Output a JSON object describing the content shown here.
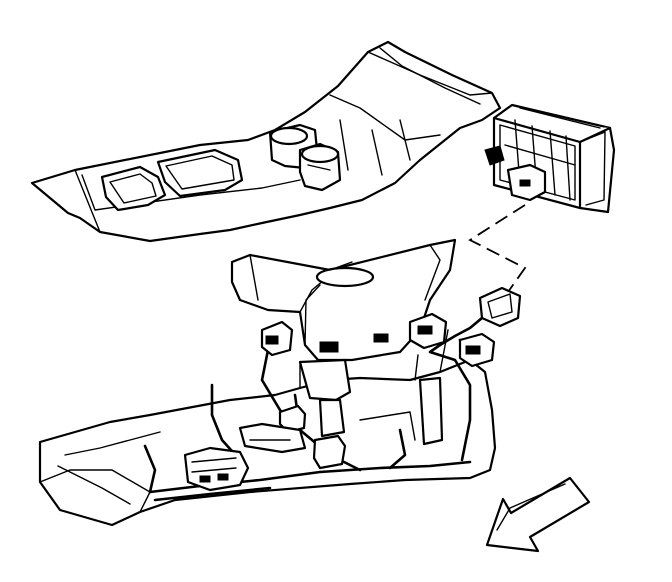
{
  "figure": {
    "background": "#ffffff",
    "line_color": "#000000",
    "components": [
      {
        "name": "console-trim-plate"
      },
      {
        "name": "cup-holder"
      },
      {
        "name": "console-module"
      },
      {
        "name": "module-connector"
      },
      {
        "name": "console-housing"
      },
      {
        "name": "console-lid"
      },
      {
        "name": "console-base"
      },
      {
        "name": "wiring-harness"
      },
      {
        "name": "harness-connectors"
      },
      {
        "name": "switch-assembly"
      }
    ],
    "indicators": [
      {
        "name": "forward-arrow-icon",
        "direction": "down-left"
      },
      {
        "name": "leader-line",
        "style": "dashed"
      }
    ]
  }
}
